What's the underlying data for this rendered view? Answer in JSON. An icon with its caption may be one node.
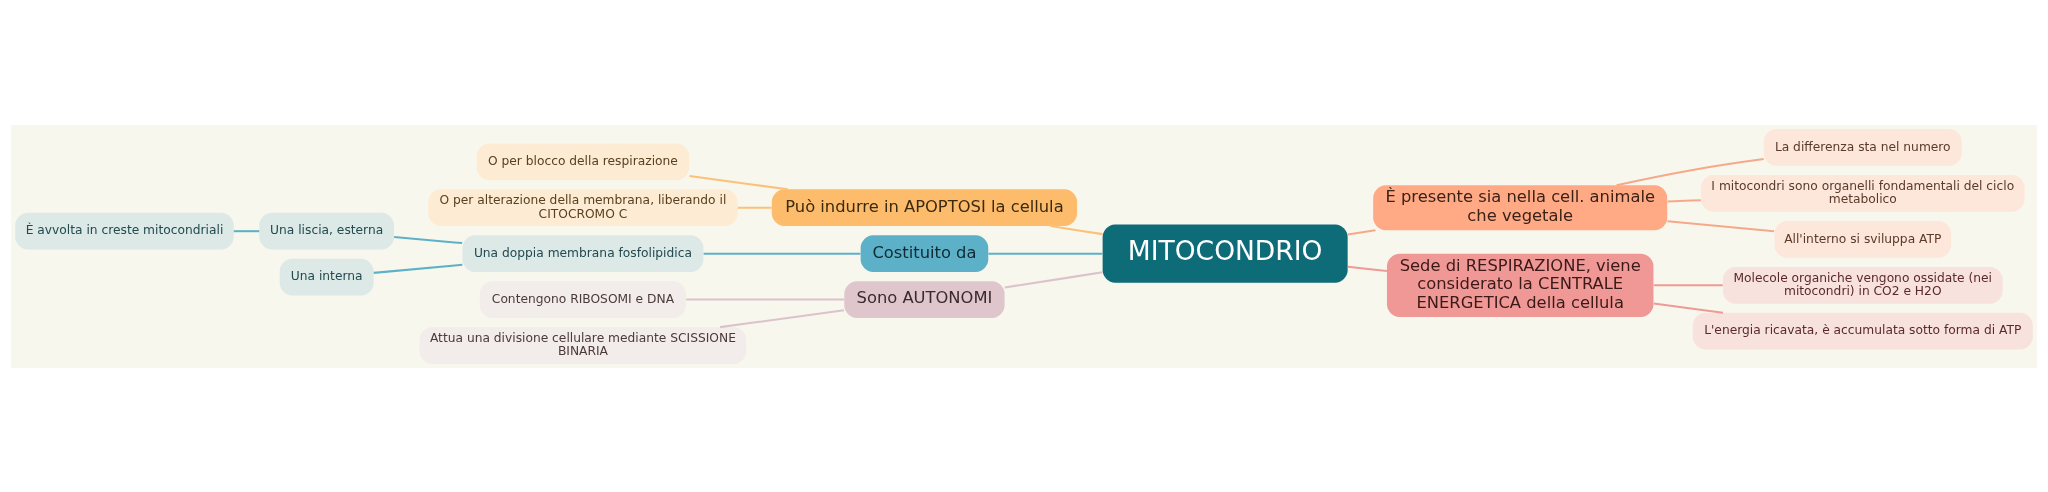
{
  "diagram": {
    "nodes": [
      {
        "text": [
          "MITOCONDRIO"
        ]
      },
      {
        "text": [
          "È presente sia nella cell. animale che vegetale"
        ]
      },
      {
        "text": [
          "La differenza sta nel numero"
        ]
      },
      {
        "text": [
          "I mitocondri sono organelli fondamentali del ciclo metabolico"
        ]
      },
      {
        "text": [
          "All'interno si sviluppa ATP"
        ]
      },
      {
        "text": [
          "Sede di RESPIRAZIONE, viene considerato la CENTRALE ENERGETICA della cellula"
        ]
      },
      {
        "text": [
          "Molecole organiche vengono ossidate (nei mitocondri) in CO2 e H2O"
        ]
      },
      {
        "text": [
          "L'energia ricavata, è accumulata sotto forma di ATP"
        ]
      },
      {
        "text": [
          "Può indurre in APOPTOSI la cellula"
        ]
      },
      {
        "text": [
          "O per blocco della respirazione"
        ]
      },
      {
        "text": [
          "O per alterazione della membrana, liberando il CITOCROMO C"
        ]
      },
      {
        "text": [
          "Costituito da"
        ]
      },
      {
        "text": [
          "Una doppia membrana fosfolipidica"
        ]
      },
      {
        "text": [
          "Una liscia, esterna"
        ]
      },
      {
        "text": [
          "È avvolta in creste mitocondriali"
        ]
      },
      {
        "text": [
          "Una interna"
        ]
      },
      {
        "text": [
          "Sono AUTONOMI"
        ]
      },
      {
        "text": [
          "Contengono RIBOSOMI e DNA"
        ]
      },
      {
        "text": [
          "Attua una divisione cellulare mediante SCISSIONE BINARIA"
        ]
      }
    ],
    "edges": [
      {
        "from": 0,
        "to": 1,
        "arrow": "none",
        "color": "#f6a98a"
      },
      {
        "from": 1,
        "to": 2,
        "arrow": "none",
        "color": "#f6a98a"
      },
      {
        "from": 1,
        "to": 3,
        "arrow": "none",
        "color": "#f6a98a"
      },
      {
        "from": 1,
        "to": 4,
        "arrow": "none",
        "color": "#f6a98a"
      },
      {
        "from": 0,
        "to": 5,
        "arrow": "none",
        "color": "#ee9a95"
      },
      {
        "from": 5,
        "to": 6,
        "arrow": "none",
        "color": "#ee9a95"
      },
      {
        "from": 5,
        "to": 7,
        "arrow": "none",
        "color": "#ee9a95"
      },
      {
        "from": 0,
        "to": 8,
        "arrow": "none",
        "color": "#fcc079"
      },
      {
        "from": 8,
        "to": 9,
        "arrow": "none",
        "color": "#fcc079"
      },
      {
        "from": 8,
        "to": 10,
        "arrow": "none",
        "color": "#fcc079"
      },
      {
        "from": 0,
        "to": 11,
        "arrow": "none",
        "color": "#5cb1c9"
      },
      {
        "from": 11,
        "to": 12,
        "arrow": "none",
        "color": "#5cb1c9"
      },
      {
        "from": 12,
        "to": 13,
        "arrow": "none",
        "color": "#5cb1c9"
      },
      {
        "from": 13,
        "to": 14,
        "arrow": "none",
        "color": "#5cb1c9"
      },
      {
        "from": 12,
        "to": 15,
        "arrow": "none",
        "color": "#5cb1c9"
      },
      {
        "from": 0,
        "to": 16,
        "arrow": "none",
        "color": "#dcc3cb"
      },
      {
        "from": 16,
        "to": 17,
        "arrow": "none",
        "color": "#dcc3cb"
      },
      {
        "from": 16,
        "to": 18,
        "arrow": "none",
        "color": "#dcc3cb"
      }
    ]
  }
}
